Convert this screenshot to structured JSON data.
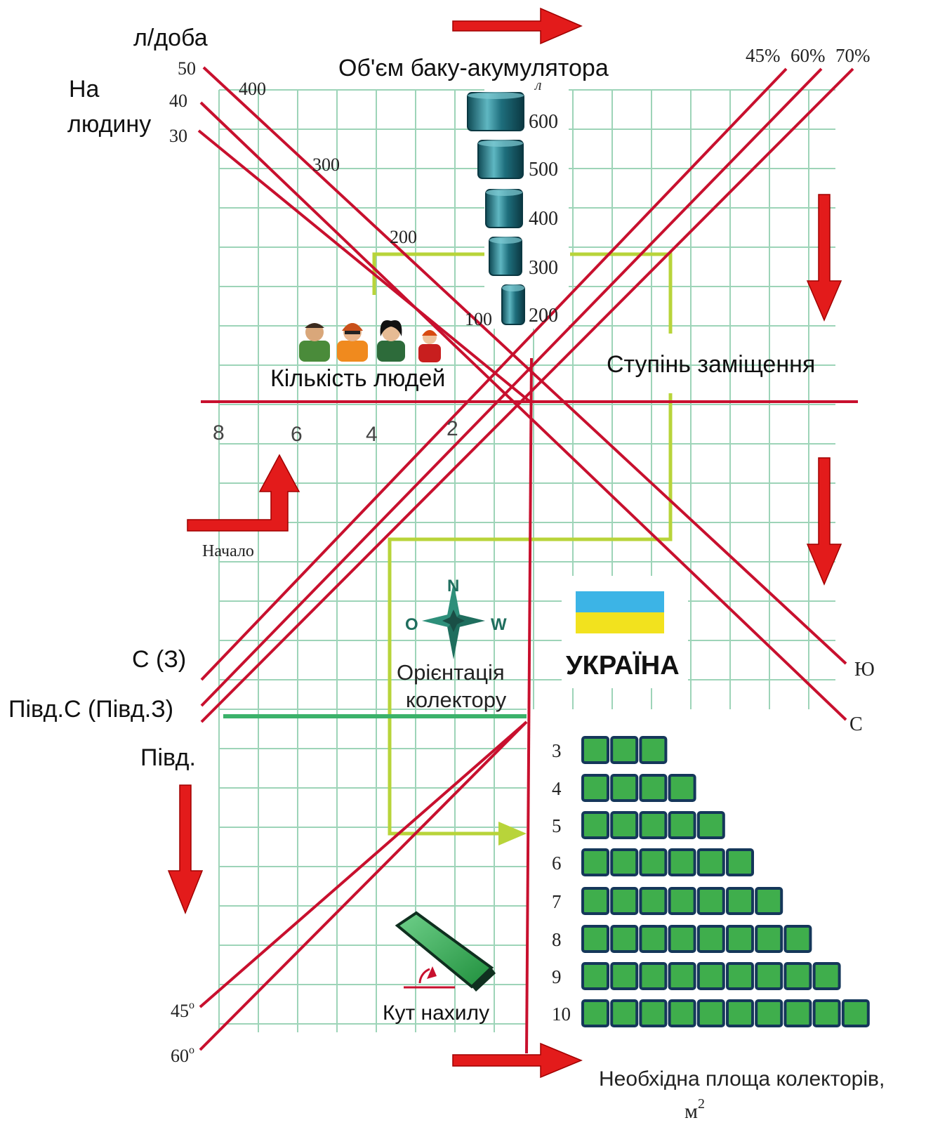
{
  "labels": {
    "per_day_unit": "л/доба",
    "per_person_line1": "На",
    "per_person_line2": "людину",
    "tank_volume": "Об'єм баку-акумулятора",
    "tank_unit": "л",
    "replacement_degree": "Ступінь заміщення",
    "people_count": "Кількість людей",
    "start": "Начало",
    "orientation_line1": "Орієнтація",
    "orientation_line2": "колектору",
    "country": "УКРАЇНА",
    "tilt_angle": "Кут нахилу",
    "required_area_line1": "Необхідна площа колекторів,",
    "required_area_line2": "м",
    "required_area_sup": "2"
  },
  "per_person_ticks": [
    "50",
    "40",
    "30"
  ],
  "volume_ticks_left": [
    "400",
    "300",
    "200",
    "100"
  ],
  "tank_volumes": [
    "600",
    "500",
    "400",
    "300",
    "200"
  ],
  "replacement_percents": [
    "45%",
    "60%",
    "70%"
  ],
  "people_ticks": [
    "8",
    "6",
    "4",
    "2"
  ],
  "orientations_left": [
    "С (З)",
    "Півд.С (Півд.З)",
    "Півд."
  ],
  "orientations_right": [
    "Ю",
    "С"
  ],
  "compass": {
    "n": "N",
    "o": "O",
    "w": "W"
  },
  "tilt_ticks": [
    "45",
    "60"
  ],
  "degree_sign": "о",
  "collector_rows": [
    {
      "label": "3",
      "count": 3
    },
    {
      "label": "4",
      "count": 4
    },
    {
      "label": "5",
      "count": 5
    },
    {
      "label": "6",
      "count": 6
    },
    {
      "label": "7",
      "count": 7
    },
    {
      "label": "8",
      "count": 8
    },
    {
      "label": "9",
      "count": 9
    },
    {
      "label": "10",
      "count": 10
    }
  ],
  "colors": {
    "main_line": "#c8102e",
    "arrow": "#e31b1b",
    "grid": "#9dd4b8",
    "example_path": "#b8d43a",
    "orientation_line": "#3bb26a",
    "tank": "#1e6e7c",
    "collector_fill": "#3fae4c",
    "collector_border": "#15375a",
    "flag_blue": "#3cb4e6",
    "flag_yellow": "#f2e21e"
  }
}
